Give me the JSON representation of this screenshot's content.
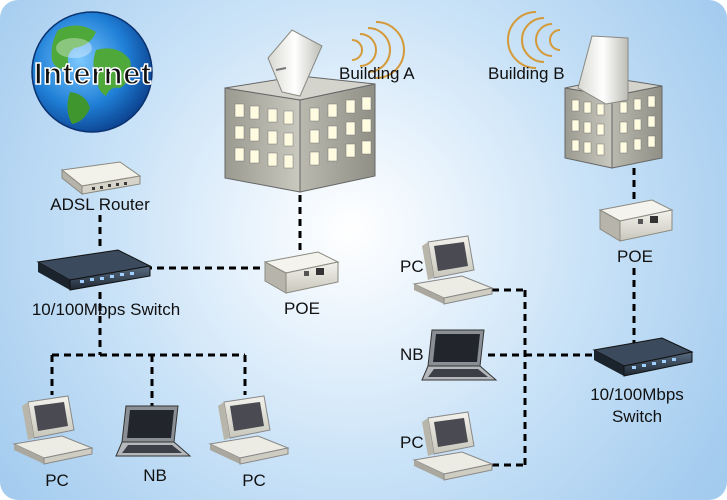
{
  "labels": {
    "internet": "Internet",
    "adsl_router": "ADSL Router",
    "switch_left": "10/100Mbps Switch",
    "poe_left": "POE",
    "building_a": "Building A",
    "building_b": "Building B",
    "poe_right": "POE",
    "switch_right_line1": "10/100Mbps",
    "switch_right_line2": "Switch",
    "pc_left_1": "PC",
    "nb_left": "NB",
    "pc_left_2": "PC",
    "pc_right_top": "PC",
    "nb_right": "NB",
    "pc_right_bottom": "PC"
  }
}
